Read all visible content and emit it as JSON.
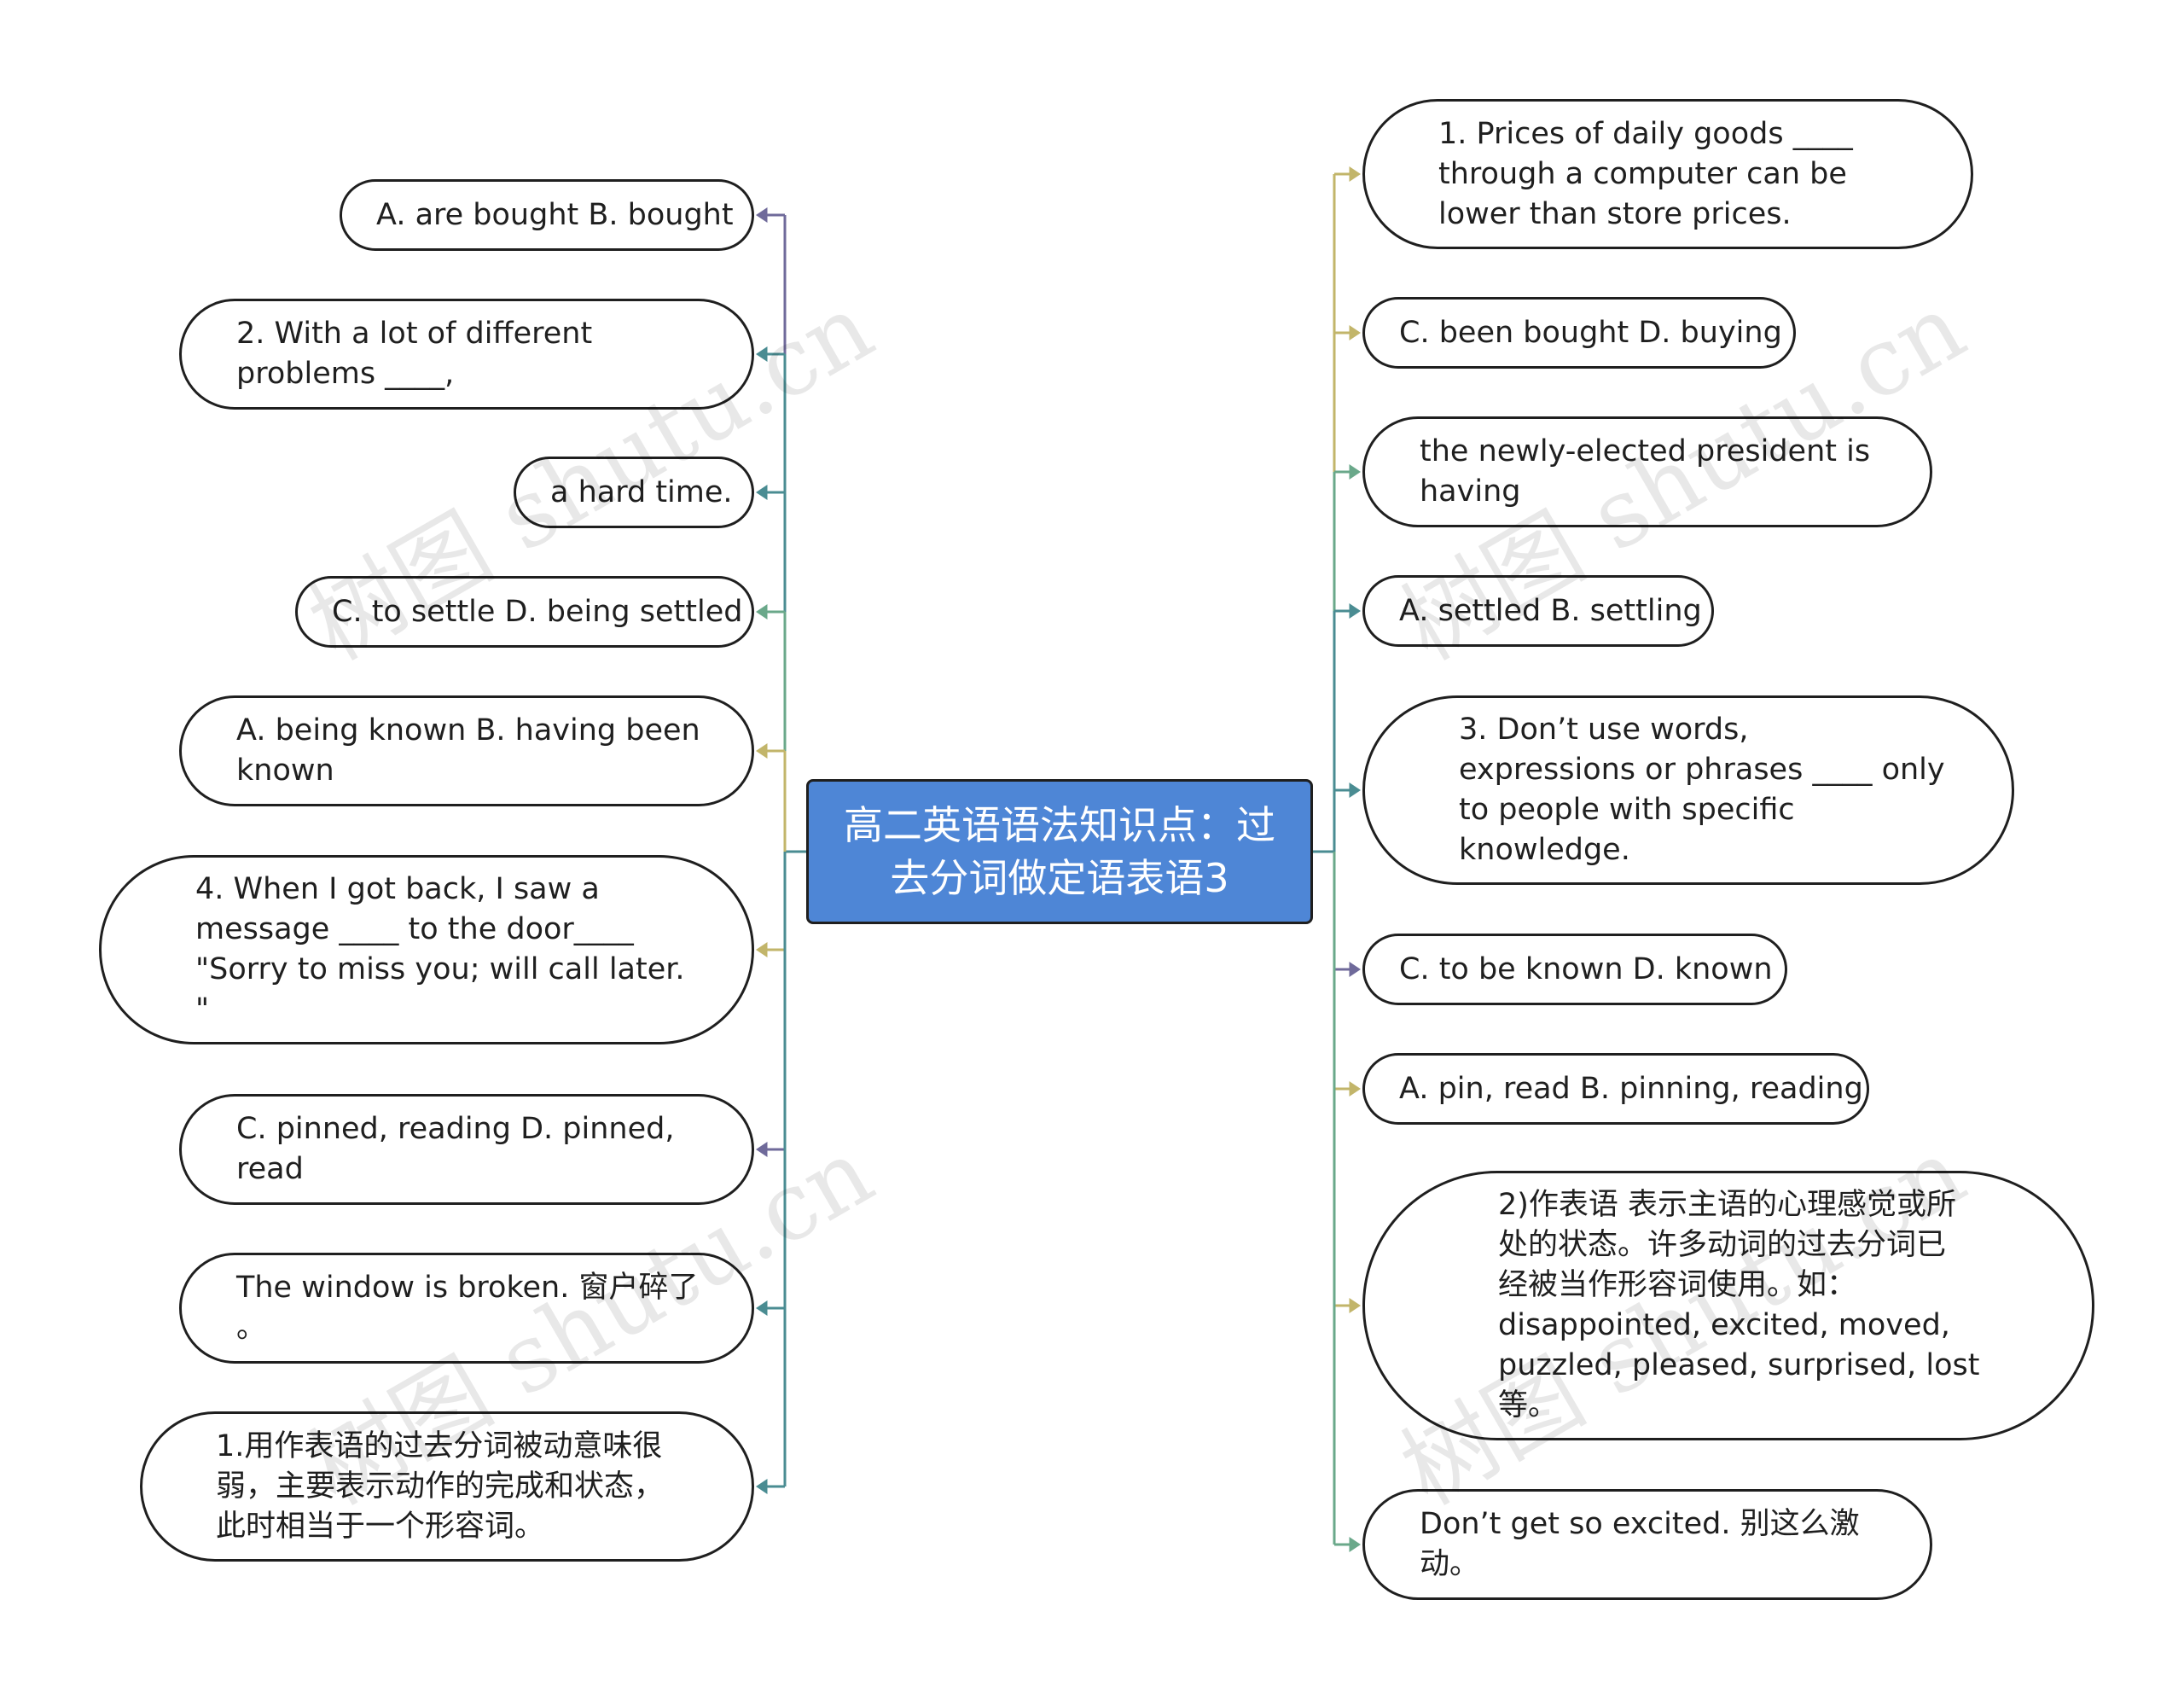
{
  "center": {
    "title": "高二英语语法知识点：过\n去分词做定语表语3"
  },
  "left_nodes": [
    {
      "text": "A. are bought B. bought",
      "color": "#6f6a9a"
    },
    {
      "text": "2. With a lot of different\nproblems ____,",
      "color": "#4a8c92"
    },
    {
      "text": "a hard time.",
      "color": "#4a8c92"
    },
    {
      "text": "C. to settle D. being settled",
      "color": "#6aa88a"
    },
    {
      "text": "A. being known B. having been\nknown",
      "color": "#c2b56a"
    },
    {
      "text": "4. When I got back, I saw a\nmessage ____ to the door____\n\"Sorry to miss you; will call later.\n\"",
      "color": "#c2b56a"
    },
    {
      "text": "C. pinned, reading D. pinned,\nread",
      "color": "#6f6a9a"
    },
    {
      "text": "The window is broken. 窗户碎了\n。",
      "color": "#4a8c92"
    },
    {
      "text": "1.用作表语的过去分词被动意味很\n弱，主要表示动作的完成和状态，\n此时相当于一个形容词。",
      "color": "#4a8c92"
    }
  ],
  "right_nodes": [
    {
      "text": "1. Prices of daily goods ____\nthrough a computer can be\nlower than store prices.",
      "color": "#c2b56a"
    },
    {
      "text": "C. been bought D. buying",
      "color": "#c2b56a"
    },
    {
      "text": "the newly-elected president is\nhaving",
      "color": "#6aa88a"
    },
    {
      "text": "A. settled B. settling",
      "color": "#4a8c92"
    },
    {
      "text": "3. Don’t use words,\nexpressions or phrases ____ only\n to people with specific\nknowledge.",
      "color": "#4a8c92"
    },
    {
      "text": "C. to be known D. known",
      "color": "#6f6a9a"
    },
    {
      "text": "A. pin, read B. pinning, reading",
      "color": "#c2b56a"
    },
    {
      "text": "2)作表语 表示主语的心理感觉或所\n处的状态。许多动词的过去分词已\n经被当作形容词使用。如：\ndisappointed, excited, moved,\npuzzled, pleased, surprised, lost\n等。",
      "color": "#c2b56a"
    },
    {
      "text": "Don’t get so excited. 别这么激\n动。",
      "color": "#6aa88a"
    }
  ],
  "watermark": "树图 shutu.cn"
}
